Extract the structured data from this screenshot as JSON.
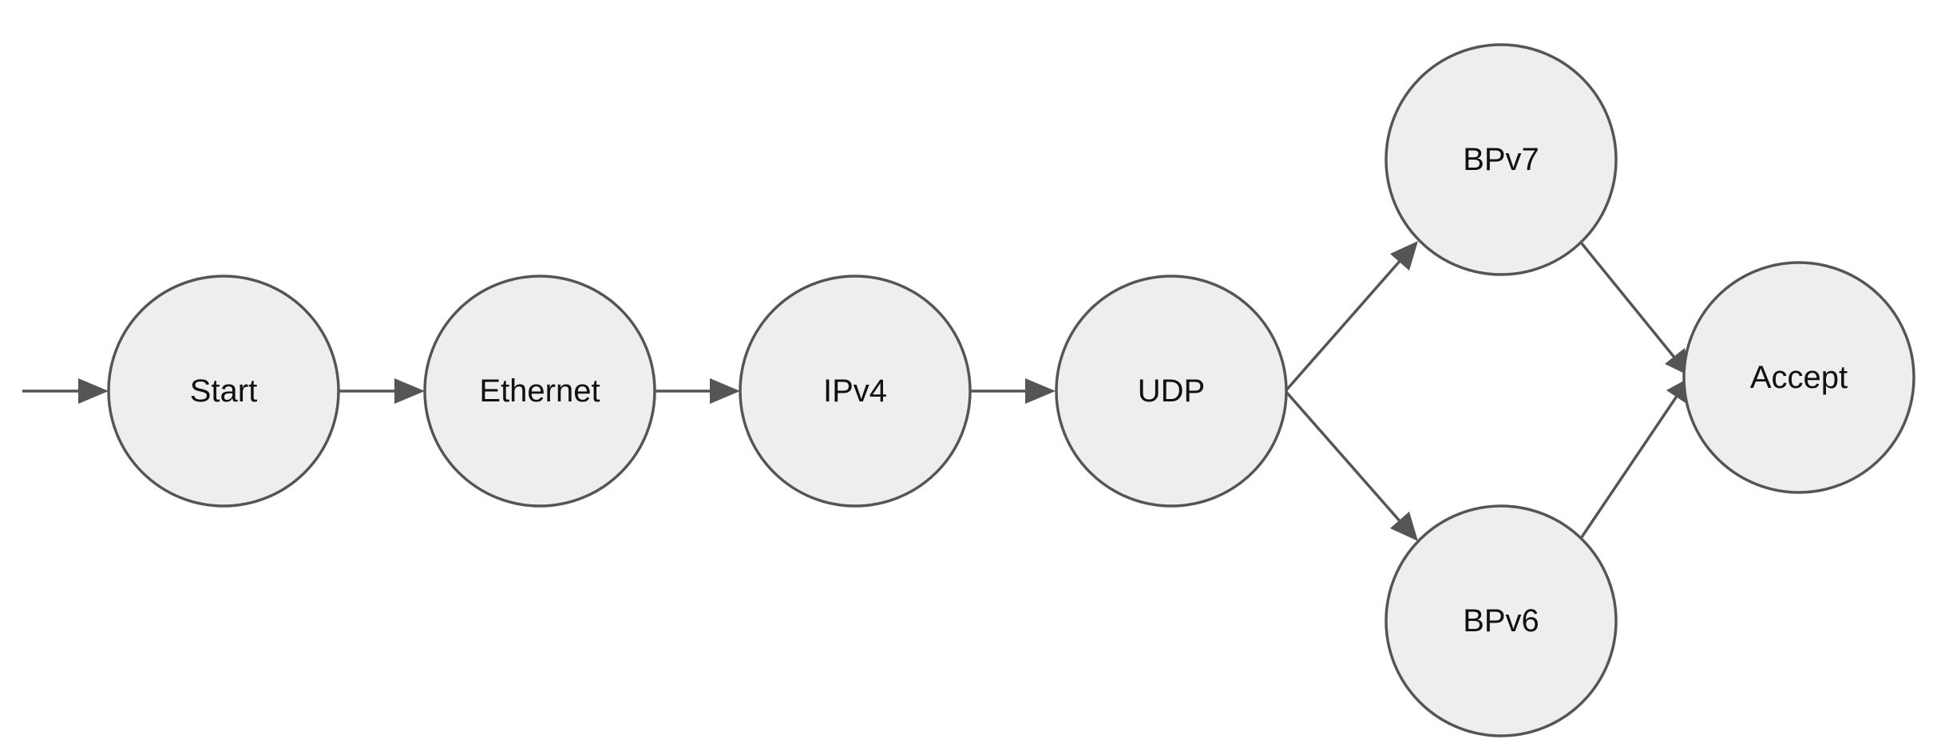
{
  "diagram": {
    "colors": {
      "node_fill": "#eeeeee",
      "stroke": "#555555",
      "text": "#111111",
      "background": "#ffffff"
    },
    "nodes": {
      "start": {
        "label": "Start"
      },
      "ethernet": {
        "label": "Ethernet"
      },
      "ipv4": {
        "label": "IPv4"
      },
      "udp": {
        "label": "UDP"
      },
      "bpv7": {
        "label": "BPv7"
      },
      "bpv6": {
        "label": "BPv6"
      },
      "accept": {
        "label": "Accept"
      }
    },
    "edges": [
      {
        "from": "entry",
        "to": "start"
      },
      {
        "from": "start",
        "to": "ethernet"
      },
      {
        "from": "ethernet",
        "to": "ipv4"
      },
      {
        "from": "ipv4",
        "to": "udp"
      },
      {
        "from": "udp",
        "to": "bpv7"
      },
      {
        "from": "udp",
        "to": "bpv6"
      },
      {
        "from": "bpv7",
        "to": "accept"
      },
      {
        "from": "bpv6",
        "to": "accept"
      }
    ]
  }
}
